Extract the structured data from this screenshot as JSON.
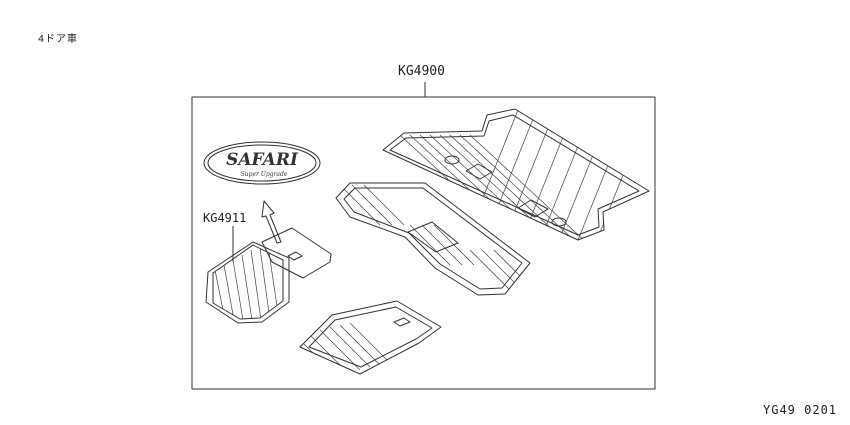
{
  "note": "4ドア車",
  "kit": {
    "part_number": "KG4900"
  },
  "sub_part": {
    "part_number": "KG4911"
  },
  "badge": {
    "brand": "SAFARI",
    "tagline": "Super Upgrade"
  },
  "diagram_code": "YG49 0201",
  "icons": [
    "safari-badge-icon",
    "arrow-up-icon"
  ]
}
